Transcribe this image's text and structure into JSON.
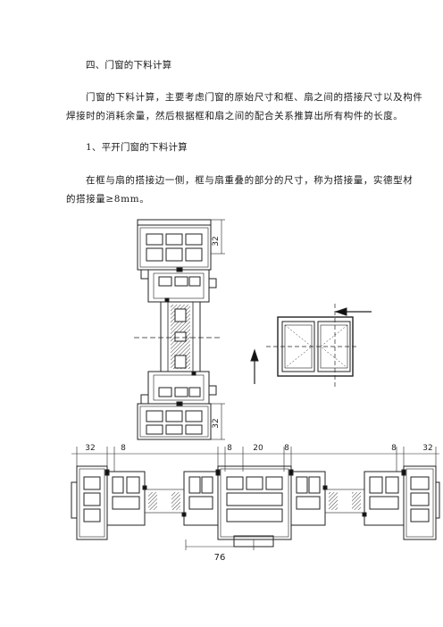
{
  "section": {
    "heading": "四、门窗的下料计算"
  },
  "intro": {
    "line1": "门窗的下料计算，主要考虑门窗的原始尺寸和框、扇之间的搭接尺寸以及构件",
    "line2": "焊接时的消耗余量，然后根据框和扇之间的配合关系推算出所有构件的长度。"
  },
  "subsection": {
    "heading": "1、平开门窗的下料计算"
  },
  "overlap": {
    "line1": "在框与扇的搭接边一侧，框与扇重叠的部分的尺寸，称为搭接量，实德型材",
    "line2": "的搭接量≥8mm。"
  },
  "figure1": {
    "dim_top": "32",
    "dim_bottom": "32"
  },
  "figure2": {
    "dim_32_left": "32",
    "dim_8_left": "8",
    "dim_8_mid_left": "8",
    "dim_20": "20",
    "dim_8_mid_right": "8",
    "dim_8_right": "8",
    "dim_32_right": "32",
    "dim_76": "76"
  }
}
